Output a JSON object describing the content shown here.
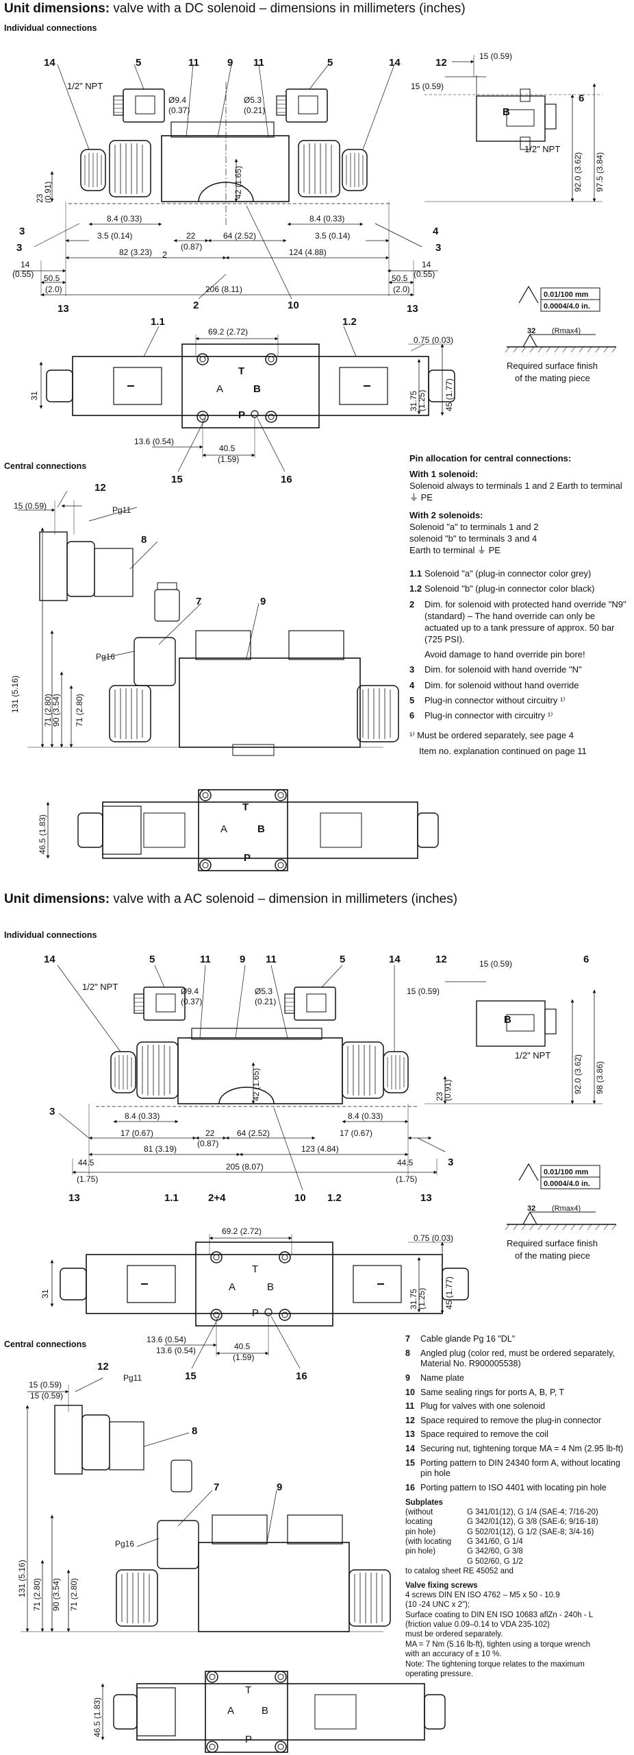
{
  "sections": [
    {
      "title_bold": "Unit dimensions:",
      "title_rest": " valve with a DC solenoid – dimensions in millimeters (inches)"
    },
    {
      "title_bold": "Unit dimensions:",
      "title_rest": " valve with a AC solenoid – dimension in millimeters (inches)"
    }
  ],
  "subheads": {
    "individual": "Individual connections",
    "central": "Central connections"
  },
  "dc": {
    "callouts": {
      "c14": "14",
      "c5": "5",
      "c11": "11",
      "c9": "9",
      "c12": "12",
      "c6": "6",
      "c1_1": "1.1",
      "c2": "2",
      "c10": "10",
      "c1_2": "1.2",
      "c13": "13",
      "c3": "3",
      "c4": "4",
      "c15": "15",
      "c16": "16",
      "c7": "7",
      "c8": "8"
    },
    "dims": {
      "npt": "1/2\" NPT",
      "d94": "Ø9.4",
      "d94i": "(0.37)",
      "d53": "Ø5.3",
      "d53i": "(0.21)",
      "d15": "15 (0.59)",
      "d42": "42 (1.65)",
      "d92": "92.0 (3.62)",
      "d975": "97.5 (3.84)",
      "d23": "23",
      "d23i": "(0.91)",
      "d84": "8.4 (0.33)",
      "d35": "3.5 (0.14)",
      "d22": "22",
      "d22i": "(0.87)",
      "d64": "64 (2.52)",
      "d82": "82 (3.23)",
      "d124": "124 (4.88)",
      "d14": "14",
      "d14i": "(0.55)",
      "d505": "50.5",
      "d505i": "(2.0)",
      "d206": "206 (8.11)",
      "d692": "69.2 (2.72)",
      "d075": "0.75 (0.03)",
      "d31": "31",
      "d3175": "31.75",
      "d3175i": "(1.25)",
      "d45": "45 (1.77)",
      "d136": "13.6 (0.54)",
      "d405": "40.5",
      "d405i": "(1.59)",
      "pg11": "Pg11",
      "pg16": "Pg16",
      "d131": "131 (5.16)",
      "d71": "71 (2.80)",
      "d90": "90 (3.54)",
      "d465": "46.5 (1.83)",
      "ports": {
        "A": "A",
        "B": "B",
        "T": "T",
        "P": "P"
      }
    }
  },
  "ac": {
    "dims": {
      "d98": "98 (3.86)",
      "d17": "17 (0.67)",
      "d81": "81 (3.19)",
      "d123": "123 (4.84)",
      "d205": "205 (8.07)",
      "d445": "44.5",
      "d445i": "(1.75)",
      "c2_4": "2+4"
    }
  },
  "surface": {
    "flat1": "0.01/100 mm",
    "flat2": "0.0004/4.0 in.",
    "rmax": "32",
    "rmaxlbl": "(Rmax4)",
    "caption1": "Required surface finish",
    "caption2": "of the mating piece"
  },
  "pin_alloc": {
    "title": "Pin allocation for central connections:",
    "one_head": "With 1 solenoid:",
    "one_text": "Solenoid always to terminals 1 and 2 Earth to terminal ⏚ PE",
    "two_head": "With 2 solenoids:",
    "two_text_1": "Solenoid \"a\" to terminals 1 and 2",
    "two_text_2": "solenoid \"b\" to terminals 3 and 4",
    "two_text_3": "Earth to terminal ⏚ PE"
  },
  "legend1": [
    {
      "n": "1.1",
      "t": "Solenoid \"a\" (plug-in connector color grey)"
    },
    {
      "n": "1.2",
      "t": "Solenoid \"b\" (plug-in connector color black)"
    },
    {
      "n": "2",
      "t": "Dim. for solenoid with protected hand override \"N9\" (standard) – The hand override can only be actuated up to a tank pressure of approx. 50 bar (725 PSI)."
    },
    {
      "n": "",
      "t": "Avoid damage to hand override pin bore!"
    },
    {
      "n": "3",
      "t": "Dim. for solenoid with hand override \"N\""
    },
    {
      "n": "4",
      "t": "Dim. for solenoid without hand override"
    },
    {
      "n": "5",
      "t": "Plug-in connector without circuitry ¹⁾"
    },
    {
      "n": "6",
      "t": "Plug-in connector with circuitry ¹⁾"
    }
  ],
  "footnote": {
    "f1": "¹⁾  Must be ordered separately, see page 4",
    "f2": "Item no. explanation continued on page 11"
  },
  "legend2": [
    {
      "n": "7",
      "t": "Cable glande Pg 16 \"DL\""
    },
    {
      "n": "8",
      "t": "Angled plug (color red, must be ordered separately, Material No. R900005538)"
    },
    {
      "n": "9",
      "t": "Name plate"
    },
    {
      "n": "10",
      "t": "Same sealing rings for ports A, B, P, T"
    },
    {
      "n": "11",
      "t": "Plug for valves with one solenoid"
    },
    {
      "n": "12",
      "t": "Space required to remove the plug-in connector"
    },
    {
      "n": "13",
      "t": "Space required to remove the coil"
    },
    {
      "n": "14",
      "t": "Securing nut, tightening torque MA = 4 Nm (2.95 lb-ft)"
    },
    {
      "n": "15",
      "t": "Porting pattern to DIN 24340 form A, without locating pin hole"
    },
    {
      "n": "16",
      "t": "Porting pattern to ISO 4401 with locating pin hole"
    }
  ],
  "subplates": {
    "title": "Subplates",
    "r1l": "(without",
    "r1r": "G 341/01(12), G 1/4 (SAE-4; 7/16-20)",
    "r2l": "locating",
    "r2r": "G 342/01(12), G 3/8 (SAE-6; 9/16-18)",
    "r3l": "pin hole)",
    "r3r": "G 502/01(12), G 1/2 (SAE-8; 3/4-16)",
    "r4l": "(with locating",
    "r4r": "G 341/60, G 1/4",
    "r5l": "pin hole)",
    "r5r": "G 342/60, G 3/8",
    "r6l": "",
    "r6r": "G 502/60, G 1/2",
    "foot": "to catalog sheet RE 45052 and"
  },
  "screws": {
    "title": "Valve fixing screws",
    "l1": "4 screws DIN EN ISO 4762 – M5 x 50 - 10.9",
    "l2": "(10 -24 UNC x 2\");",
    "l3": "Surface coating to DIN EN ISO 10683 aflZn - 240h - L",
    "l4": "(friction value 0.09–0.14 to VDA 235-102)",
    "l5": "must be ordered separately.",
    "l6": "MA = 7 Nm (5.16 lb-ft), tighten using a torque wrench",
    "l7": "with an accuracy of ± 10 %.",
    "l8": "Note: The tightening torque relates to the maximum",
    "l9": "operating pressure."
  }
}
